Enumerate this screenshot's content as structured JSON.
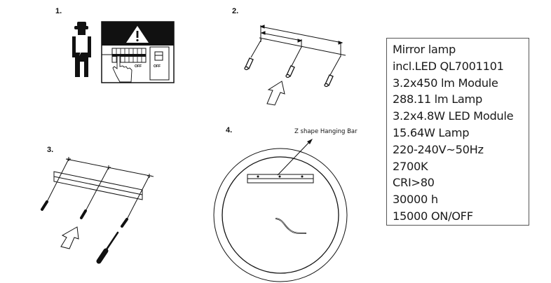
{
  "steps": [
    {
      "number": "1.",
      "description": "power-off-warning"
    },
    {
      "number": "2.",
      "description": "drill-and-insert-wall-plugs"
    },
    {
      "number": "3.",
      "description": "screw-hanging-bar-to-wall"
    },
    {
      "number": "4.",
      "description": "hang-mirror-on-bar"
    }
  ],
  "step1": {
    "switch_label_left": "OFF",
    "switch_label_right": "OFF"
  },
  "step4": {
    "hanging_bar_label": "Z shape Hanging Bar"
  },
  "specs": {
    "lines": [
      "Mirror lamp",
      "incl.LED QL7001101",
      "3.2x450 lm Module",
      "288.11 lm Lamp",
      "3.2x4.8W LED Module",
      "15.64W Lamp",
      "220-240V~50Hz",
      "2700K",
      "CRI>80",
      "30000 h",
      "15000 ON/OFF"
    ]
  },
  "colors": {
    "ink": "#111111",
    "box_border": "#555555",
    "background": "#ffffff"
  }
}
